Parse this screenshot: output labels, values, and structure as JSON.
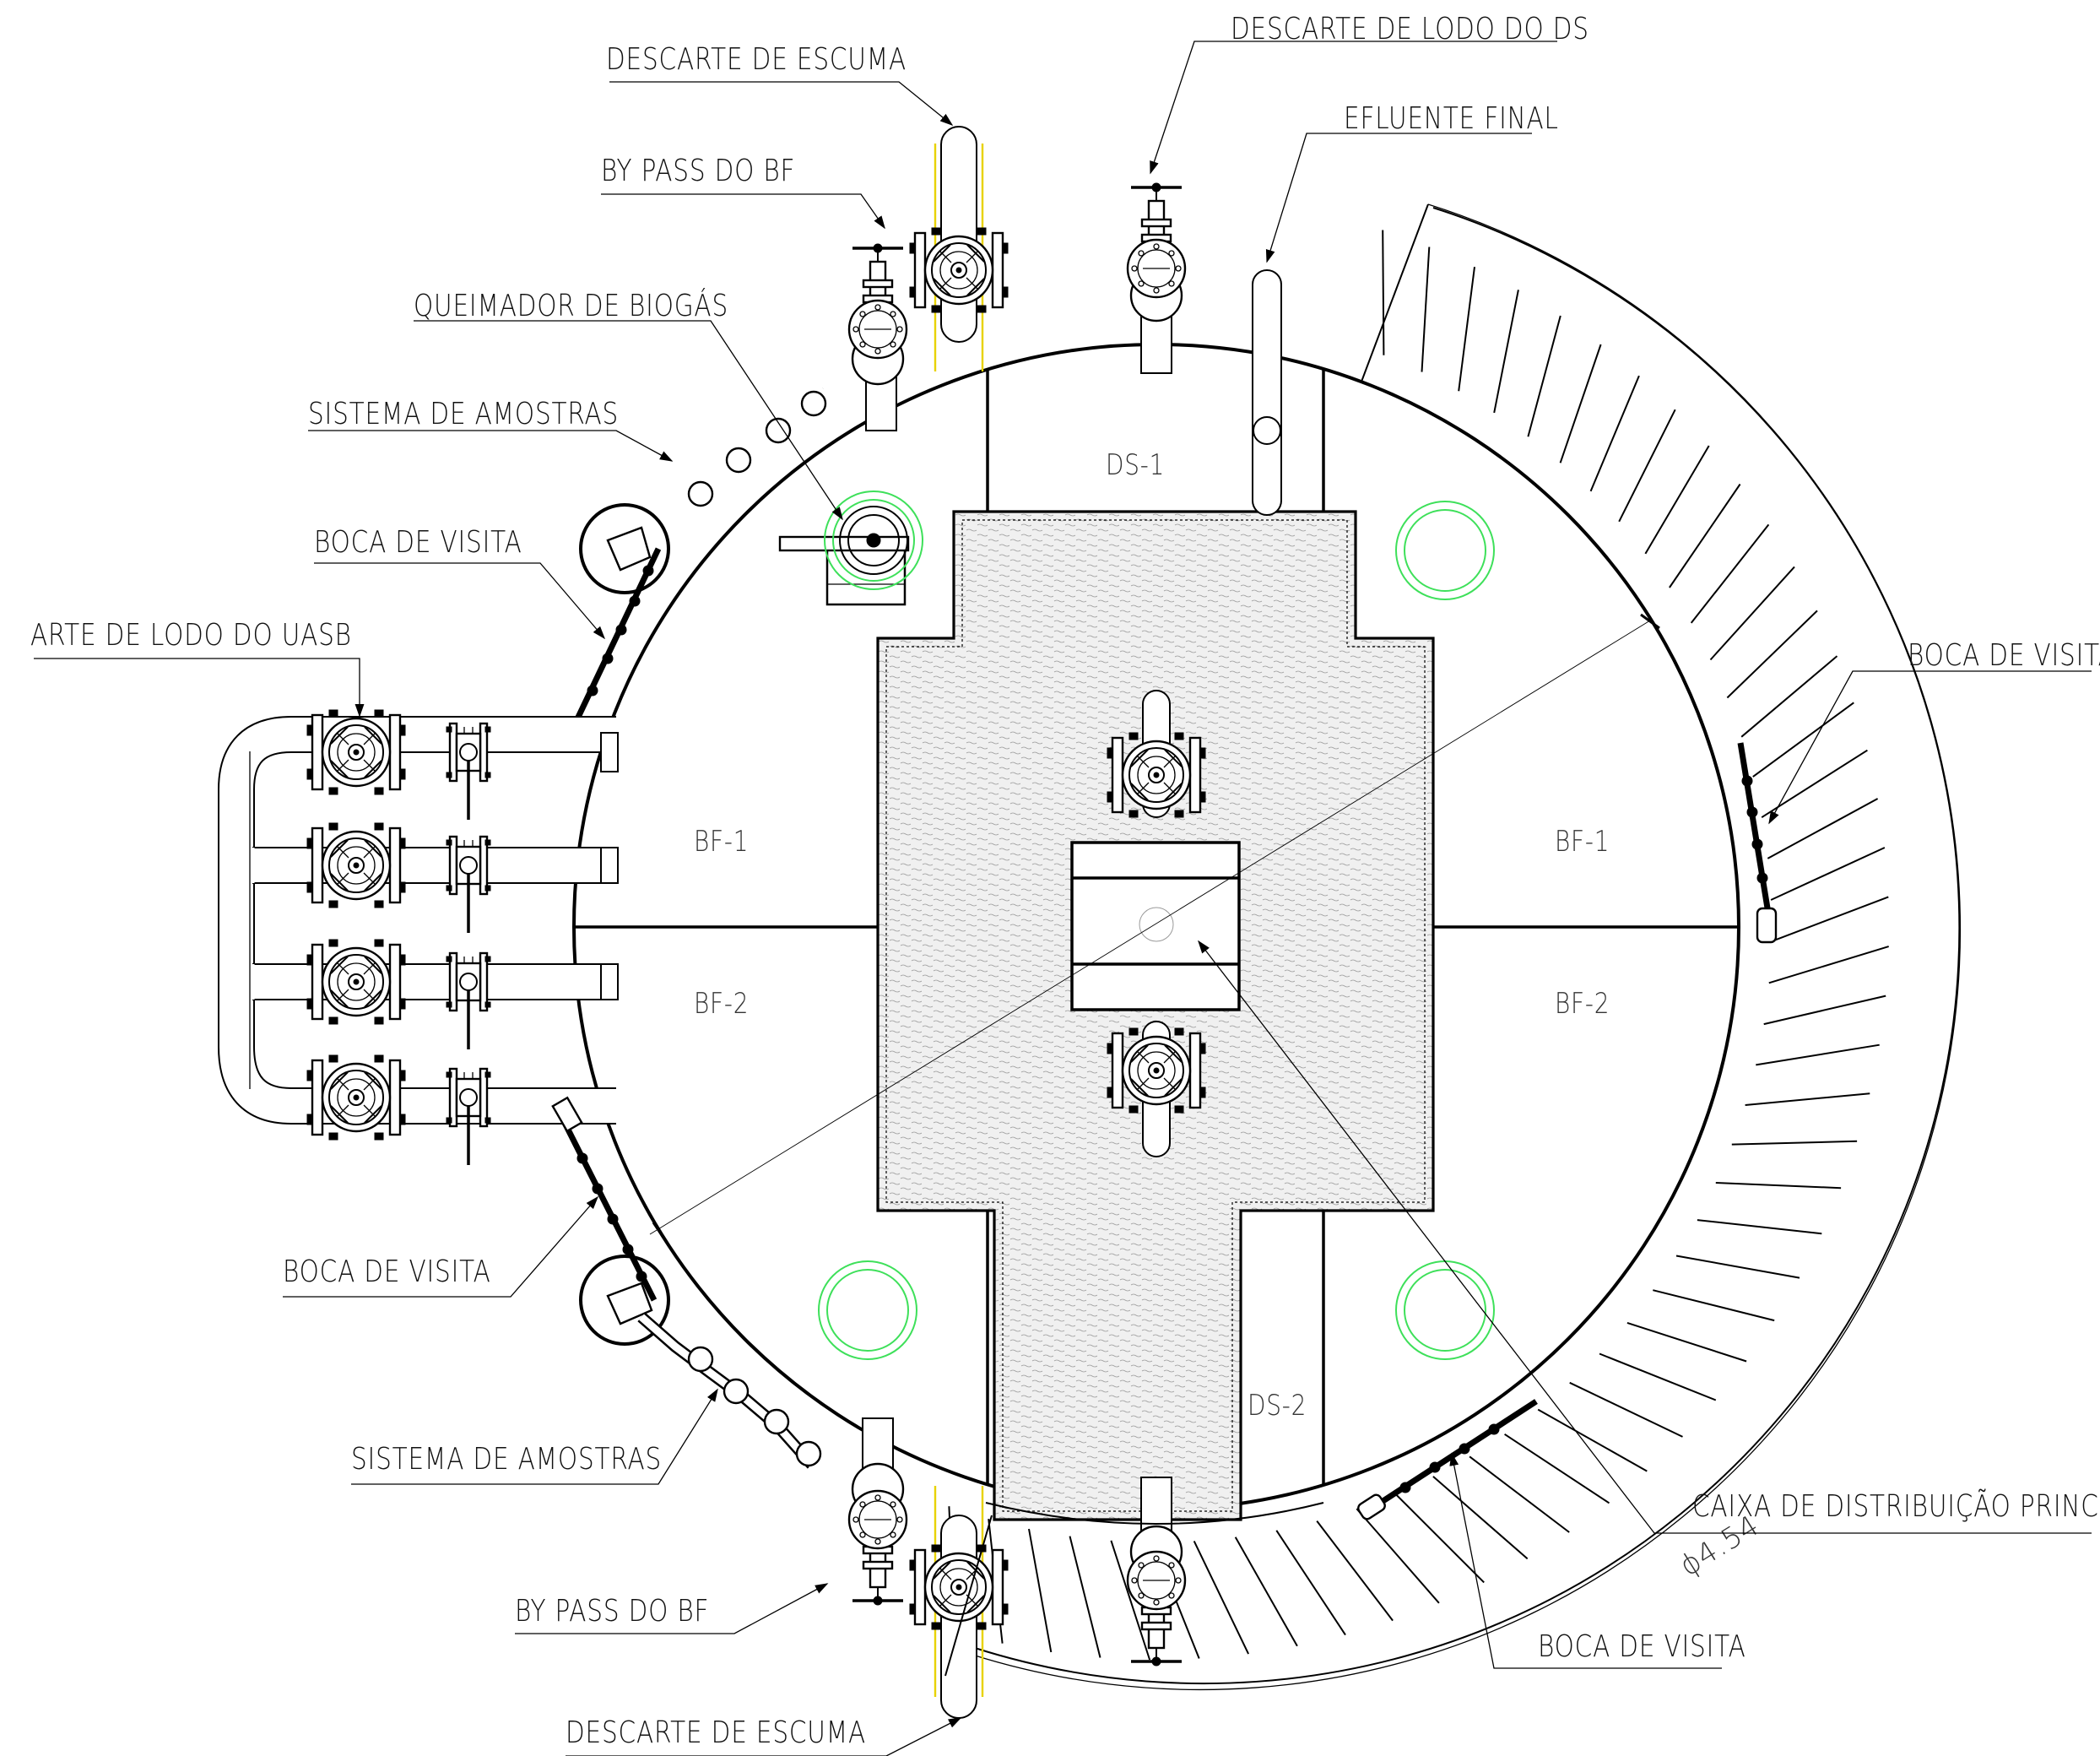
{
  "labels": {
    "descarte_escuma_top": "DESCARTE DE ESCUMA",
    "descarte_lodo_ds": "DESCARTE DE LODO DO DS",
    "efluente_final": "EFLUENTE FINAL",
    "by_pass_bf_top": "BY PASS DO BF",
    "queimador_biogas": "QUEIMADOR DE BIOGÁS",
    "sistema_amostras_top": "SISTEMA DE AMOSTRAS",
    "boca_visita_left_top": "BOCA DE VISITA",
    "descarte_lodo_uasb": "ARTE DE LODO DO UASB",
    "boca_visita_right": "BOCA DE VISITA",
    "boca_visita_left_bottom": "BOCA DE VISITA",
    "sistema_amostras_bottom": "SISTEMA DE AMOSTRAS",
    "by_pass_bf_bottom": "BY PASS DO BF",
    "descarte_escuma_bottom": "DESCARTE DE ESCUMA",
    "caixa_distribuicao": "CAIXA DE DISTRIBUIÇÃO PRINCIPAL",
    "boca_visita_bottom": "BOCA DE VISITA"
  },
  "zones": {
    "ds1": "DS-1",
    "ds2": "DS-2",
    "bf1_left": "BF-1",
    "bf2_left": "BF-2",
    "bf1_right": "BF-1",
    "bf2_right": "BF-2"
  },
  "dimension": {
    "diameter": "ϕ4.54"
  },
  "colors": {
    "linework": "#000000",
    "manhole_circles": "#3ee05a",
    "flange_lines": "#e8d200",
    "background": "#ffffff"
  }
}
